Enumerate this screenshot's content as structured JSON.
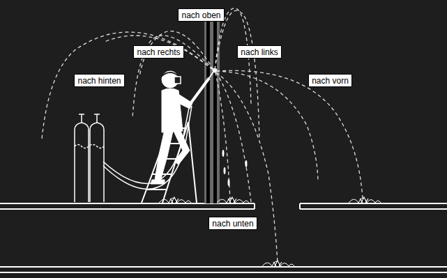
{
  "diagram": {
    "nodes": [
      {
        "text": [
          "nach oben"
        ]
      },
      {
        "text": [
          "nach rechts"
        ]
      },
      {
        "text": [
          "nach links"
        ]
      },
      {
        "text": [
          "nach hinten"
        ]
      },
      {
        "text": [
          "nach vorn"
        ]
      },
      {
        "text": [
          "nach unten"
        ]
      }
    ]
  }
}
